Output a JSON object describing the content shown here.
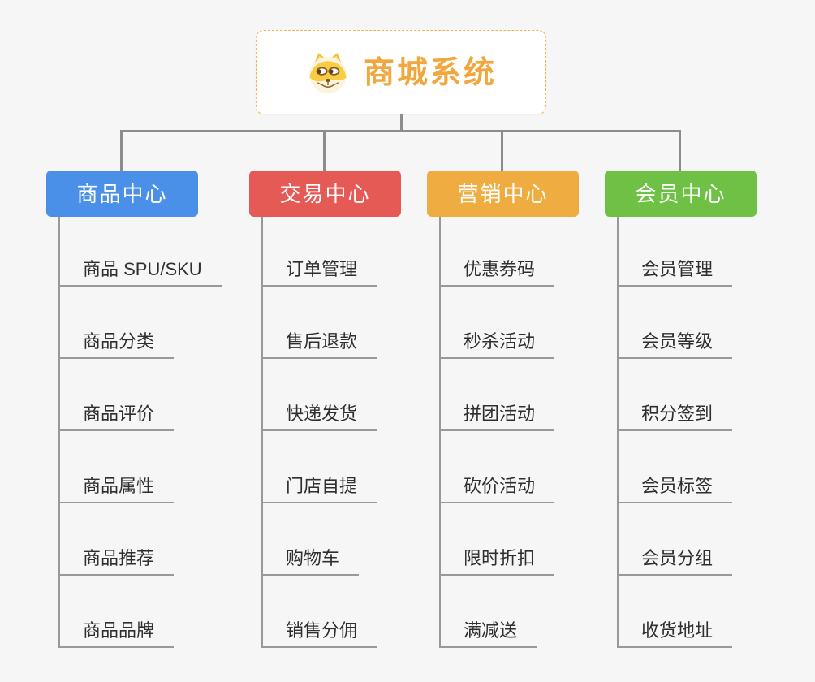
{
  "root": {
    "title": "商城系统",
    "icon": "doge-icon",
    "text_color": "#f1a73d",
    "border_color": "#f0b454"
  },
  "colors": {
    "background": "#f6f6f6",
    "connector": "#8c8c8c",
    "leaf_line": "#999999",
    "leaf_text": "#2f2f2f"
  },
  "branches": [
    {
      "label": "商品中心",
      "color": "#4a8fe8",
      "children": [
        "商品 SPU/SKU",
        "商品分类",
        "商品评价",
        "商品属性",
        "商品推荐",
        "商品品牌"
      ]
    },
    {
      "label": "交易中心",
      "color": "#e65a56",
      "children": [
        "订单管理",
        "售后退款",
        "快递发货",
        "门店自提",
        "购物车",
        "销售分佣"
      ]
    },
    {
      "label": "营销中心",
      "color": "#efac40",
      "children": [
        "优惠券码",
        "秒杀活动",
        "拼团活动",
        "砍价活动",
        "限时折扣",
        "满减送"
      ]
    },
    {
      "label": "会员中心",
      "color": "#6ec144",
      "children": [
        "会员管理",
        "会员等级",
        "积分签到",
        "会员标签",
        "会员分组",
        "收货地址"
      ]
    }
  ]
}
